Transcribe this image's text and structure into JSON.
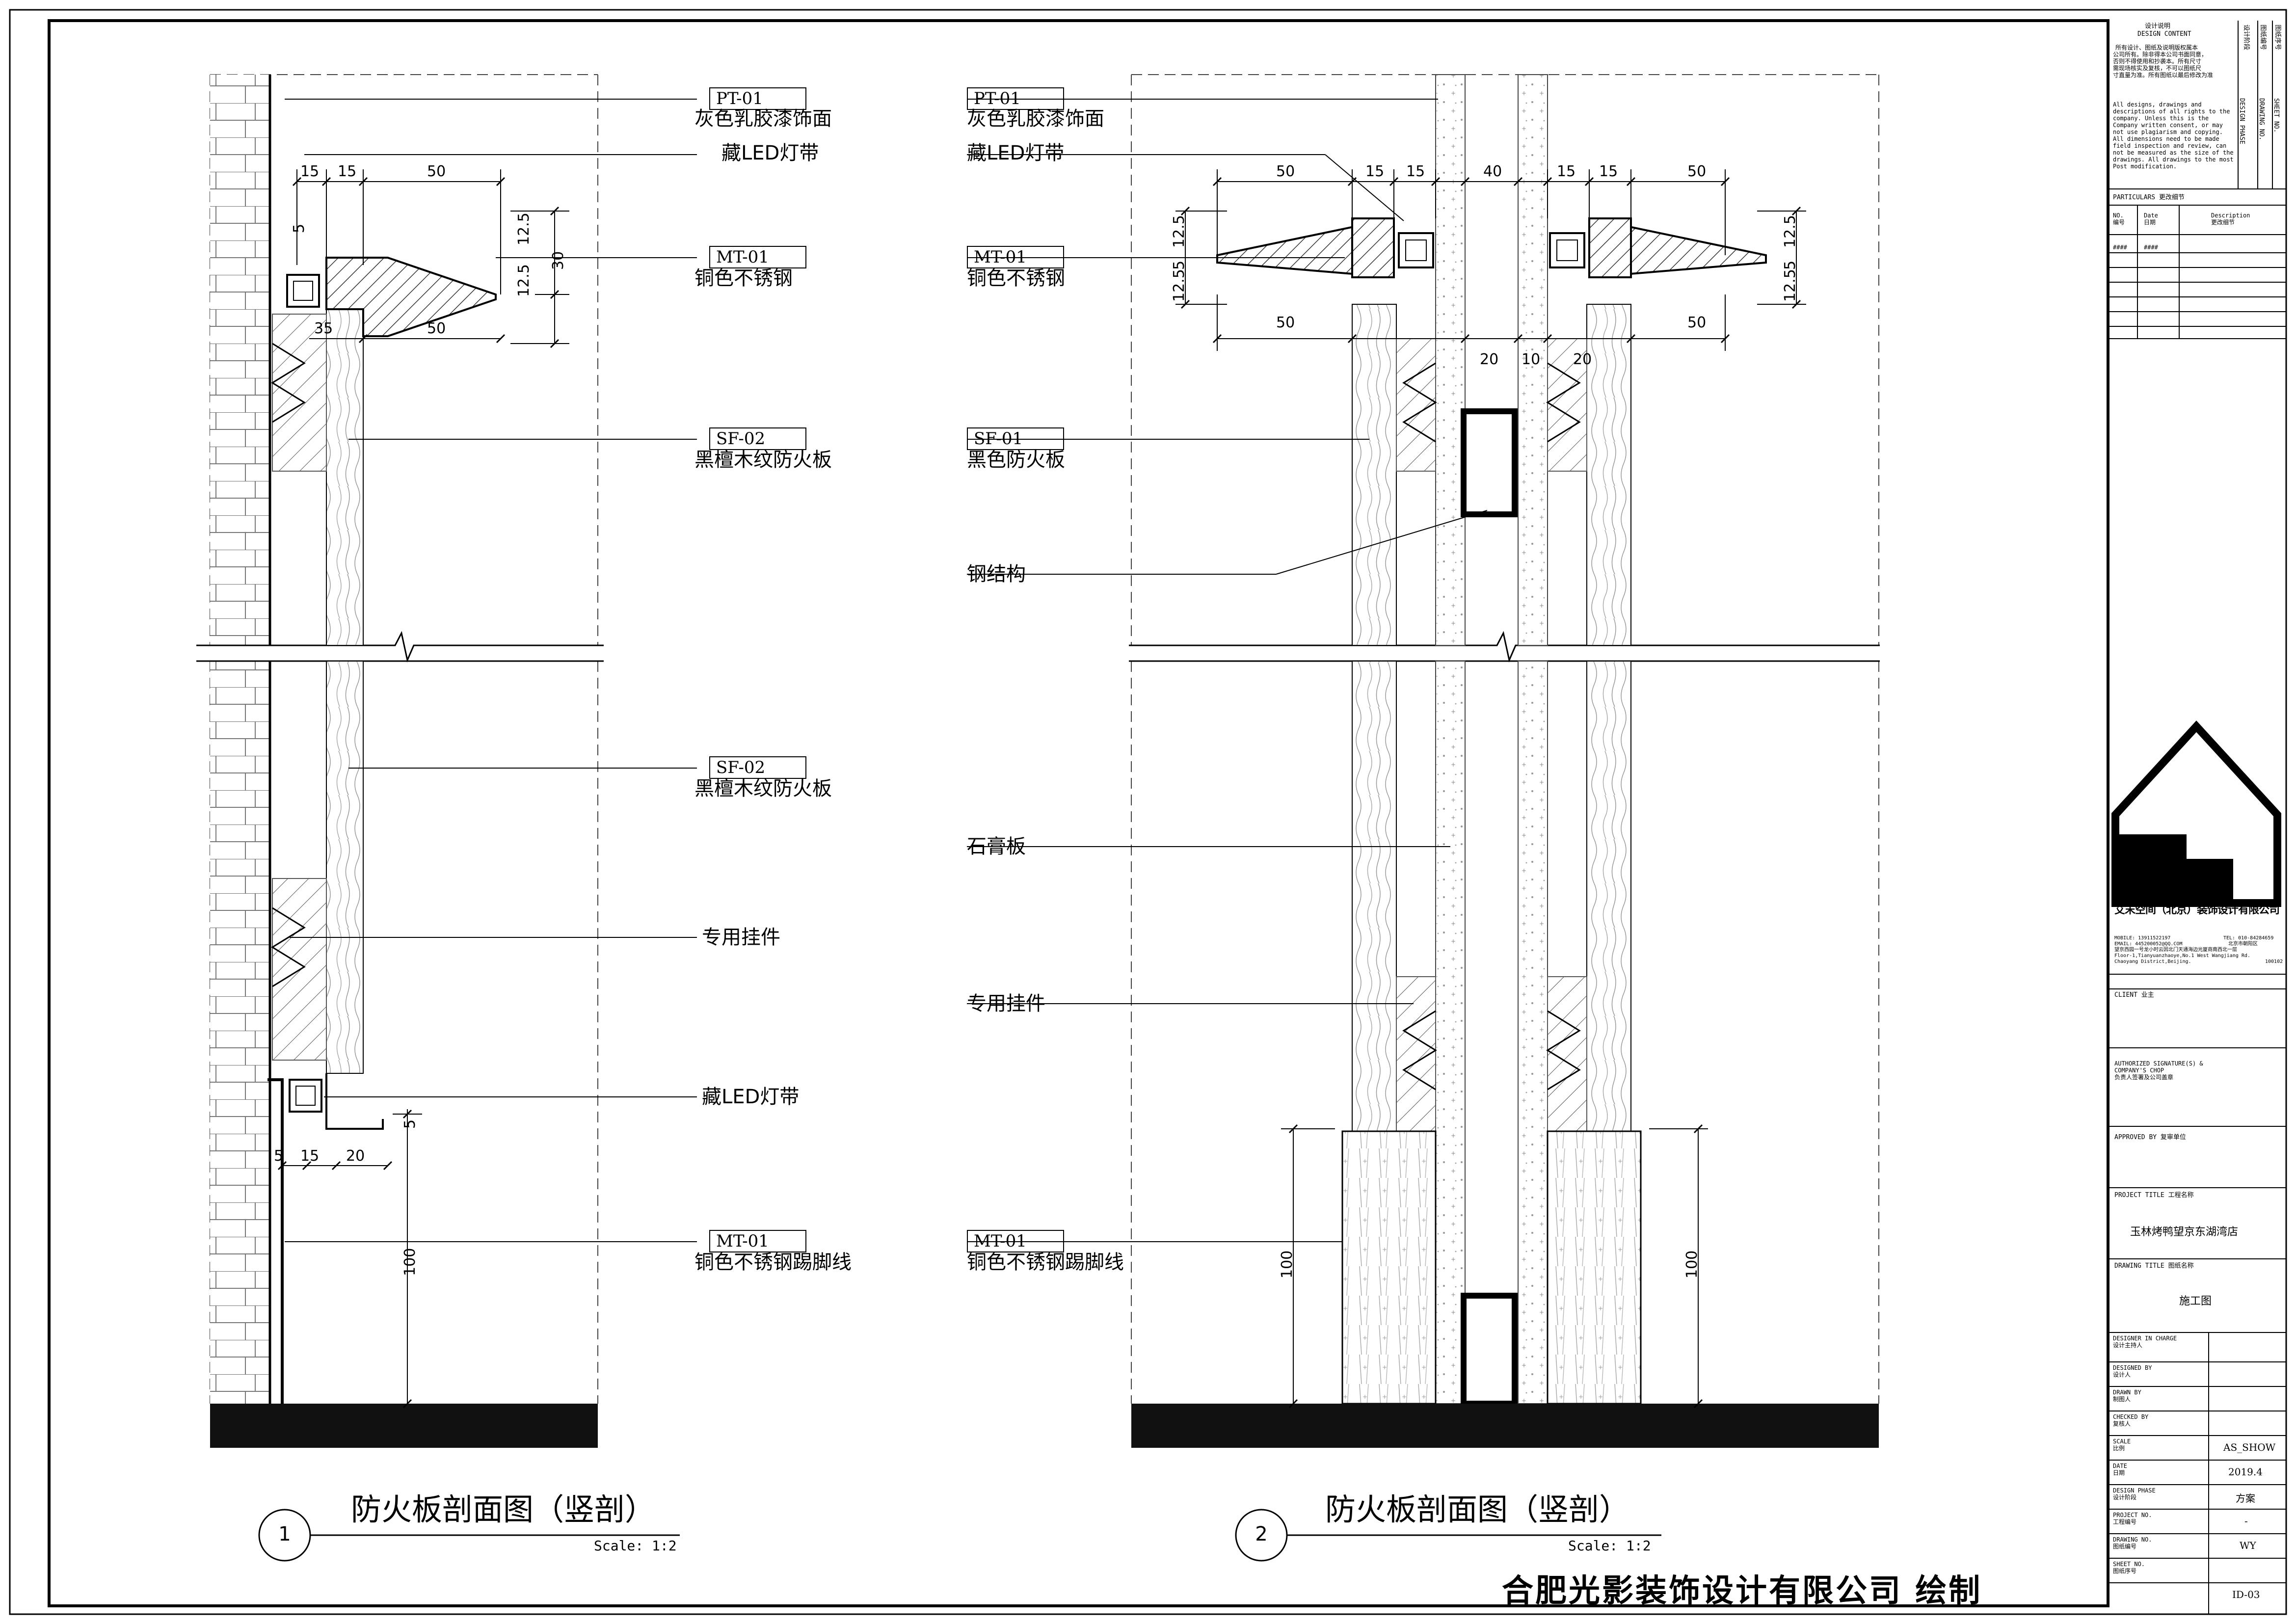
{
  "left_section": {
    "labels": [
      {
        "code": "PT-01",
        "text": "灰色乳胶漆饰面"
      },
      {
        "code": "",
        "text": "藏LED灯带"
      },
      {
        "code": "MT-01",
        "text": "铜色不锈钢"
      },
      {
        "code": "SF-02",
        "text": "黑檀木纹防火板"
      },
      {
        "code": "SF-02",
        "text": "黑檀木纹防火板"
      },
      {
        "code": "",
        "text": "专用挂件"
      },
      {
        "code": "",
        "text": "藏LED灯带"
      },
      {
        "code": "MT-01",
        "text": "铜色不锈钢踢脚线"
      }
    ],
    "dims_top": [
      "15",
      "15",
      "50"
    ],
    "dims_side": [
      "5",
      "12.5",
      "12.5",
      "30"
    ],
    "dims_lower": [
      "35",
      "50"
    ],
    "dims_foot": [
      "5",
      "15",
      "20",
      "5",
      "100"
    ],
    "title": "防火板剖面图（竖剖）",
    "number": "1",
    "scale": "Scale:  1:2"
  },
  "right_section": {
    "labels": [
      {
        "code": "PT-01",
        "text": "灰色乳胶漆饰面"
      },
      {
        "code": "",
        "text": "藏LED灯带"
      },
      {
        "code": "MT-01",
        "text": "铜色不锈钢"
      },
      {
        "code": "SF-01",
        "text": "黑色防火板"
      },
      {
        "code": "",
        "text": "钢结构"
      },
      {
        "code": "",
        "text": "石膏板"
      },
      {
        "code": "",
        "text": "专用挂件"
      },
      {
        "code": "MT-01",
        "text": "铜色不锈钢踢脚线"
      }
    ],
    "dims_top": [
      "50",
      "15",
      "15",
      "40",
      "15",
      "15",
      "50"
    ],
    "dims_side": [
      "12.5",
      "5",
      "12.5"
    ],
    "dims_lower": [
      "50",
      "20",
      "10",
      "20",
      "50"
    ],
    "dims_foot": [
      "100",
      "100"
    ],
    "title": "防火板剖面图（竖剖）",
    "number": "2",
    "scale": "Scale:  1:2"
  },
  "watermark": "合肥光影装饰设计有限公司 绘制",
  "title_block": {
    "design_title": "设计说明",
    "design_title_en": "DESIGN CONTENT",
    "notes_cn": [
      "所有设计、图纸及说明版权属本",
      "公司所有。除非得本公司书面同意，",
      "否则不得使用和抄袭本。所有尺寸",
      "需现场核实及复核，不可以图纸尺",
      "寸直量为准。所有图纸以最后修改为准"
    ],
    "notes_en": [
      "All designs, drawings and",
      "descriptions of all rights to the",
      "company. Unless this is the",
      "Company written consent, or may",
      "not use plagiarism and copying.",
      "All dimensions need to be made",
      "field inspection and review, can",
      "not be measured as the size of the",
      "drawings. All drawings to the most",
      "Post modification."
    ],
    "side_cols": [
      "设计阶段",
      "图纸编号",
      "图纸序号"
    ],
    "side_cols_en": [
      "DESIGN PHASE",
      "DRAWING NO.",
      "SHEET NO."
    ],
    "particulars": "PARTICULARS   更改细节",
    "rev_headers": [
      "NO.\n编号",
      "Date\n日期",
      "Description\n更改细节"
    ],
    "rev_first": [
      "####",
      "####"
    ],
    "company": "艾末空间（北京）装饰设计有限公司",
    "contact": [
      "MOBILE: 13911522197",
      "TEL: 010-84284659",
      "EMAIL: 445200052@QQ.COM",
      "北京市朝阳区",
      "望京西园一号龙小时云因北门天通海边光厦商南西北一层",
      "Floor-1,Tianyuanzhaoye,No.1 West Wangjiang Rd.",
      "Chaoyang District,Beijing.",
      "100102"
    ],
    "client": "CLIENT  业主",
    "authorized": [
      "AUTHORIZED SIGNATURE(S) &",
      "COMPANY'S CHOP",
      "负责人签署及公司盖章"
    ],
    "approved": "APPROVED BY    复审单位",
    "project_title_label": "PROJECT TITLE    工程名称",
    "project_title": "玉林烤鸭望京东湖湾店",
    "drawing_title_label": "DRAWING TITLE    图纸名称",
    "drawing_title": "施工图",
    "rows": [
      {
        "en": "DESIGNER IN CHARGE",
        "cn": "设计主持人",
        "value": ""
      },
      {
        "en": "DESIGNED BY",
        "cn": "设计人",
        "value": ""
      },
      {
        "en": "DRAWN BY",
        "cn": "制图人",
        "value": ""
      },
      {
        "en": "CHECKED BY",
        "cn": "复核人",
        "value": ""
      },
      {
        "en": "SCALE",
        "cn": "比例",
        "value": "AS_SHOW"
      },
      {
        "en": "DATE",
        "cn": "日期",
        "value": "2019.4"
      },
      {
        "en": "DESIGN PHASE",
        "cn": "设计阶段",
        "value": "方案"
      },
      {
        "en": "PROJECT NO.",
        "cn": "工程编号",
        "value": "-"
      },
      {
        "en": "DRAWING NO.",
        "cn": "图纸编号",
        "value": "WY"
      },
      {
        "en": "SHEET NO.",
        "cn": "图纸序号",
        "value": "ID-03"
      }
    ]
  }
}
